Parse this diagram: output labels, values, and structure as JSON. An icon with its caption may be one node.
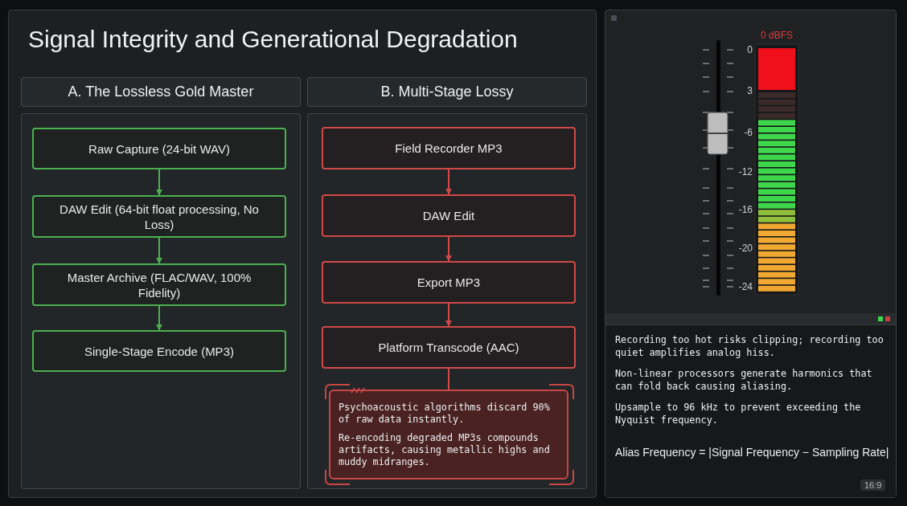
{
  "diagram": {
    "title": "Signal Integrity and Generational Degradation",
    "nodes": [
      {
        "text": [
          "A. The Lossless Gold Master"
        ]
      },
      {
        "text": [],
        "shape": "box"
      },
      {
        "text": [
          "Raw Capture (24-bit WAV)"
        ],
        "in": 1
      },
      {
        "text": [
          "DAW Edit (64-bit float processing, No Loss)"
        ],
        "in": 1
      },
      {
        "text": [
          "Master Archive (FLAC/WAV, 100% Fidelity)"
        ],
        "in": 1
      },
      {
        "text": [
          "Single-Stage Encode (MP3)"
        ],
        "in": 1
      },
      {
        "text": [
          "B. Multi-Stage Lossy"
        ]
      },
      {
        "text": [],
        "shape": "box"
      },
      {
        "text": [
          "Field Recorder MP3"
        ],
        "in": 7
      },
      {
        "text": [
          "DAW Edit"
        ],
        "in": 7
      },
      {
        "text": [
          "Export MP3"
        ],
        "in": 7
      },
      {
        "text": [
          "Platform Transcode (AAC)"
        ],
        "in": 7
      },
      {
        "text": [
          "Psychoacoustic algorithms discard 90% of raw data instantly.",
          "Re-encoding degraded MP3s compounds artifacts, causing metallic highs and muddy midranges."
        ],
        "in": 7
      },
      {
        "text": [
          "Recording too hot risks clipping; recording too quiet amplifies analog hiss.",
          "Non-linear processors generate harmonics that can fold back causing aliasing.",
          "Upsample to 96 kHz to prevent exceeding the Nyquist frequency.",
          "Alias Frequency = |Signal Frequency − Sampling Rate|"
        ]
      }
    ],
    "edges": [
      {
        "from": 2,
        "to": 3,
        "arrow": "to",
        "color": "#4caf50"
      },
      {
        "from": 3,
        "to": 4,
        "arrow": "to",
        "color": "#4caf50"
      },
      {
        "from": 4,
        "to": 5,
        "arrow": "to",
        "color": "#4caf50"
      },
      {
        "from": 8,
        "to": 9,
        "arrow": "to"
      },
      {
        "from": 9,
        "to": 10,
        "arrow": "to"
      },
      {
        "from": 10,
        "to": 11,
        "arrow": "to"
      },
      {
        "from": 11,
        "to": 12,
        "arrow": "none"
      }
    ],
    "labels": [
      "0 dBFS",
      "0",
      "3",
      "-6",
      "-12",
      "-16",
      "-20",
      "-24",
      "16:9"
    ]
  }
}
